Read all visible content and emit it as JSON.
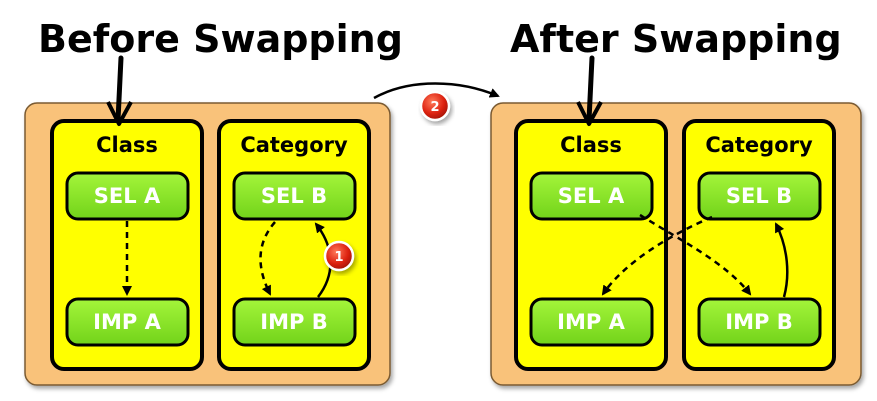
{
  "before": {
    "title": "Before Swapping",
    "class_label": "Class",
    "category_label": "Category",
    "sel_a": "SEL A",
    "imp_a": "IMP A",
    "sel_b": "SEL B",
    "imp_b": "IMP B",
    "step_badge": "1"
  },
  "transition": {
    "step_badge": "2"
  },
  "after": {
    "title": "After Swapping",
    "class_label": "Class",
    "category_label": "Category",
    "sel_a": "SEL A",
    "imp_a": "IMP A",
    "sel_b": "SEL B",
    "imp_b": "IMP B"
  },
  "colors": {
    "outer_panel": "#f9c27a",
    "inner_panel": "#ffff00",
    "pill": "#88ee22",
    "badge": "#dd2211",
    "stroke": "#000000"
  }
}
